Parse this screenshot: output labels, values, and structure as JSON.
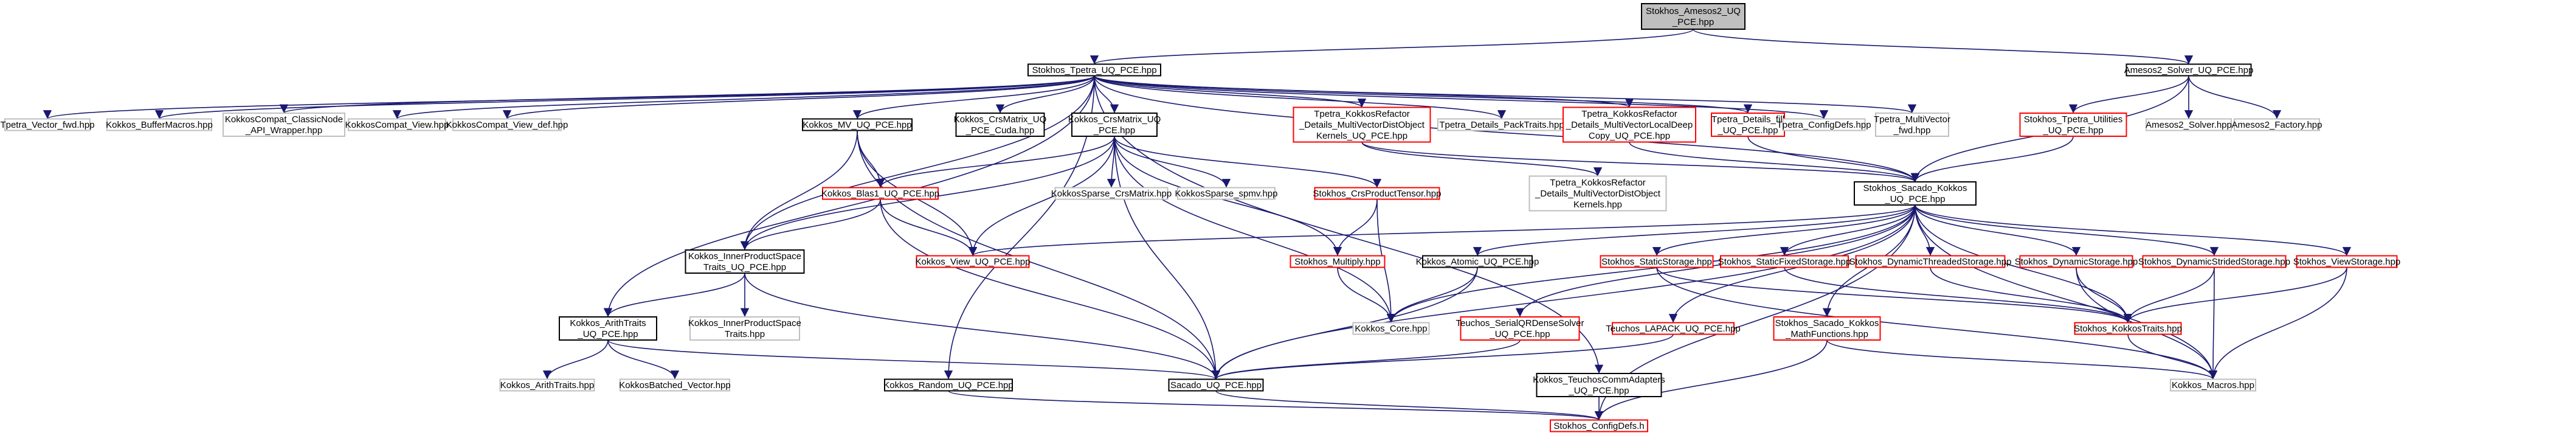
{
  "graph_title": "Stokhos_Amesos2_UQ_PCE.hpp include dependency graph",
  "colors": {
    "root_fill": "#bfbfbf",
    "root_border": "#000000",
    "documented_border": "#000000",
    "missing_border": "#ff0000",
    "external_border": "#bfbfbf",
    "external_text": "#595959",
    "edge": "#191970"
  },
  "nodes": [
    {
      "id": "root",
      "kind": "root",
      "label": [
        "Stokhos_Amesos2_UQ",
        "_PCE.hpp"
      ]
    },
    {
      "id": "tpetra_uq",
      "kind": "doc",
      "label": [
        "Stokhos_Tpetra_UQ_PCE.hpp"
      ]
    },
    {
      "id": "amesos2_solver_uq",
      "kind": "doc",
      "label": [
        "Amesos2_Solver_UQ_PCE.hpp"
      ]
    },
    {
      "id": "tpetra_vector_fwd",
      "kind": "ext",
      "label": [
        "Tpetra_Vector_fwd.hpp"
      ]
    },
    {
      "id": "kokkos_buffermacros",
      "kind": "ext",
      "label": [
        "Kokkos_BufferMacros.hpp"
      ]
    },
    {
      "id": "kokkoscompat_classic",
      "kind": "ext",
      "label": [
        "KokkosCompat_ClassicNode",
        "_API_Wrapper.hpp"
      ]
    },
    {
      "id": "kokkoscompat_view",
      "kind": "ext",
      "label": [
        "KokkosCompat_View.hpp"
      ]
    },
    {
      "id": "kokkoscompat_view_def",
      "kind": "ext",
      "label": [
        "KokkosCompat_View_def.hpp"
      ]
    },
    {
      "id": "kokkos_mv_uq",
      "kind": "doc",
      "label": [
        "Kokkos_MV_UQ_PCE.hpp"
      ]
    },
    {
      "id": "kokkos_crsmatrix_cuda",
      "kind": "doc",
      "label": [
        "Kokkos_CrsMatrix_UQ",
        "_PCE_Cuda.hpp"
      ]
    },
    {
      "id": "kokkos_crsmatrix_uq",
      "kind": "doc",
      "label": [
        "Kokkos_CrsMatrix_UQ",
        "_PCE.hpp"
      ]
    },
    {
      "id": "tpetra_refactor_mvdo",
      "kind": "missing",
      "label": [
        "Tpetra_KokkosRefactor",
        "_Details_MultiVectorDistObject",
        "Kernels_UQ_PCE.hpp"
      ]
    },
    {
      "id": "tpetra_details_packtraits",
      "kind": "ext",
      "label": [
        "Tpetra_Details_PackTraits.hpp"
      ]
    },
    {
      "id": "tpetra_refactor_mvldc",
      "kind": "missing",
      "label": [
        "Tpetra_KokkosRefactor",
        "_Details_MultiVectorLocalDeep",
        "Copy_UQ_PCE.hpp"
      ]
    },
    {
      "id": "tpetra_details_fill",
      "kind": "missing",
      "label": [
        "Tpetra_Details_fill",
        "_UQ_PCE.hpp"
      ]
    },
    {
      "id": "tpetra_configdefs",
      "kind": "ext",
      "label": [
        "Tpetra_ConfigDefs.hpp"
      ]
    },
    {
      "id": "tpetra_multivector_fwd",
      "kind": "ext",
      "label": [
        "Tpetra_MultiVector",
        "_fwd.hpp"
      ]
    },
    {
      "id": "stokhos_tpetra_utilities",
      "kind": "missing",
      "label": [
        "Stokhos_Tpetra_Utilities",
        "_UQ_PCE.hpp"
      ]
    },
    {
      "id": "amesos2_solver",
      "kind": "ext",
      "label": [
        "Amesos2_Solver.hpp"
      ]
    },
    {
      "id": "amesos2_factory",
      "kind": "ext",
      "label": [
        "Amesos2_Factory.hpp"
      ]
    },
    {
      "id": "kokkossparse_crsmatrix",
      "kind": "ext",
      "label": [
        "KokkosSparse_CrsMatrix.hpp"
      ]
    },
    {
      "id": "kokkossparse_spmv",
      "kind": "ext",
      "label": [
        "KokkosSparse_spmv.hpp"
      ]
    },
    {
      "id": "kokkos_blas1_uq",
      "kind": "missing",
      "label": [
        "Kokkos_Blas1_UQ_PCE.hpp"
      ]
    },
    {
      "id": "stokhos_crsproducttensor",
      "kind": "missing",
      "label": [
        "Stokhos_CrsProductTensor.hpp"
      ]
    },
    {
      "id": "tpetra_refactor_mvdo_ext",
      "kind": "ext",
      "label": [
        "Tpetra_KokkosRefactor",
        "_Details_MultiVectorDistObject",
        "Kernels.hpp"
      ]
    },
    {
      "id": "stokhos_sacado_kokkos_uq",
      "kind": "doc",
      "label": [
        "Stokhos_Sacado_Kokkos",
        "_UQ_PCE.hpp"
      ]
    },
    {
      "id": "kokkos_innerproductspace_uq",
      "kind": "doc",
      "label": [
        "Kokkos_InnerProductSpace",
        "Traits_UQ_PCE.hpp"
      ]
    },
    {
      "id": "kokkos_view_uq",
      "kind": "missing",
      "label": [
        "Kokkos_View_UQ_PCE.hpp"
      ]
    },
    {
      "id": "stokhos_multiply",
      "kind": "missing",
      "label": [
        "Stokhos_Multiply.hpp"
      ]
    },
    {
      "id": "kokkos_atomic_uq",
      "kind": "doc",
      "label": [
        "Kokkos_Atomic_UQ_PCE.hpp"
      ]
    },
    {
      "id": "stokhos_staticstorage",
      "kind": "missing",
      "label": [
        "Stokhos_StaticStorage.hpp"
      ]
    },
    {
      "id": "stokhos_staticfixedstorage",
      "kind": "missing",
      "label": [
        "Stokhos_StaticFixedStorage.hpp"
      ]
    },
    {
      "id": "stokhos_dynamicthreadedstorage",
      "kind": "missing",
      "label": [
        "Stokhos_DynamicThreadedStorage.hpp"
      ]
    },
    {
      "id": "stokhos_dynamicstorage",
      "kind": "missing",
      "label": [
        "Stokhos_DynamicStorage.hpp"
      ]
    },
    {
      "id": "stokhos_dynamicstridedstorage",
      "kind": "missing",
      "label": [
        "Stokhos_DynamicStridedStorage.hpp"
      ]
    },
    {
      "id": "stokhos_viewstorage",
      "kind": "missing",
      "label": [
        "Stokhos_ViewStorage.hpp"
      ]
    },
    {
      "id": "kokkos_arithtraits_uq",
      "kind": "doc",
      "label": [
        "Kokkos_ArithTraits",
        "_UQ_PCE.hpp"
      ]
    },
    {
      "id": "kokkos_innerproductspace",
      "kind": "ext",
      "label": [
        "Kokkos_InnerProductSpace",
        "Traits.hpp"
      ]
    },
    {
      "id": "kokkos_core",
      "kind": "ext",
      "label": [
        "Kokkos_Core.hpp"
      ]
    },
    {
      "id": "teuchos_serialqr",
      "kind": "missing",
      "label": [
        "Teuchos_SerialQRDenseSolver",
        "_UQ_PCE.hpp"
      ]
    },
    {
      "id": "teuchos_lapack_uq",
      "kind": "missing",
      "label": [
        "Teuchos_LAPACK_UQ_PCE.hpp"
      ]
    },
    {
      "id": "stokhos_sacado_mathfunctions",
      "kind": "missing",
      "label": [
        "Stokhos_Sacado_Kokkos",
        "_MathFunctions.hpp"
      ]
    },
    {
      "id": "stokhos_kokkostraits",
      "kind": "missing",
      "label": [
        "Stokhos_KokkosTraits.hpp"
      ]
    },
    {
      "id": "kokkos_arithtraits",
      "kind": "ext",
      "label": [
        "Kokkos_ArithTraits.hpp"
      ]
    },
    {
      "id": "kokkosbatched_vector",
      "kind": "ext",
      "label": [
        "KokkosBatched_Vector.hpp"
      ]
    },
    {
      "id": "kokkos_random_uq",
      "kind": "doc",
      "label": [
        "Kokkos_Random_UQ_PCE.hpp"
      ]
    },
    {
      "id": "sacado_uq_pce",
      "kind": "doc",
      "label": [
        "Sacado_UQ_PCE.hpp"
      ]
    },
    {
      "id": "kokkos_teuchoscommadapters",
      "kind": "doc",
      "label": [
        "Kokkos_TeuchosCommAdapters",
        "_UQ_PCE.hpp"
      ]
    },
    {
      "id": "kokkos_macros",
      "kind": "ext",
      "label": [
        "Kokkos_Macros.hpp"
      ]
    },
    {
      "id": "stokhos_configdefs",
      "kind": "missing",
      "label": [
        "Stokhos_ConfigDefs.h"
      ]
    }
  ],
  "edges": [
    [
      "root",
      "tpetra_uq"
    ],
    [
      "root",
      "amesos2_solver_uq"
    ],
    [
      "tpetra_uq",
      "tpetra_vector_fwd"
    ],
    [
      "tpetra_uq",
      "kokkos_buffermacros"
    ],
    [
      "tpetra_uq",
      "kokkoscompat_classic"
    ],
    [
      "tpetra_uq",
      "kokkoscompat_view"
    ],
    [
      "tpetra_uq",
      "kokkoscompat_view_def"
    ],
    [
      "tpetra_uq",
      "kokkos_mv_uq"
    ],
    [
      "tpetra_uq",
      "kokkos_crsmatrix_cuda"
    ],
    [
      "tpetra_uq",
      "kokkos_crsmatrix_uq"
    ],
    [
      "tpetra_uq",
      "tpetra_refactor_mvdo"
    ],
    [
      "tpetra_uq",
      "tpetra_details_packtraits"
    ],
    [
      "tpetra_uq",
      "tpetra_refactor_mvldc"
    ],
    [
      "tpetra_uq",
      "tpetra_details_fill"
    ],
    [
      "tpetra_uq",
      "tpetra_configdefs"
    ],
    [
      "tpetra_uq",
      "tpetra_multivector_fwd"
    ],
    [
      "tpetra_uq",
      "stokhos_sacado_kokkos_uq"
    ],
    [
      "tpetra_uq",
      "kokkos_teuchoscommadapters"
    ],
    [
      "tpetra_uq",
      "kokkos_arithtraits_uq"
    ],
    [
      "tpetra_uq",
      "kokkos_random_uq"
    ],
    [
      "tpetra_uq",
      "kokkos_innerproductspace_uq"
    ],
    [
      "amesos2_solver_uq",
      "stokhos_tpetra_utilities"
    ],
    [
      "amesos2_solver_uq",
      "amesos2_solver"
    ],
    [
      "amesos2_solver_uq",
      "amesos2_factory"
    ],
    [
      "amesos2_solver_uq",
      "stokhos_sacado_kokkos_uq"
    ],
    [
      "stokhos_tpetra_utilities",
      "stokhos_sacado_kokkos_uq"
    ],
    [
      "kokkos_mv_uq",
      "kokkos_blas1_uq"
    ],
    [
      "kokkos_mv_uq",
      "kokkos_view_uq"
    ],
    [
      "kokkos_mv_uq",
      "kokkos_innerproductspace_uq"
    ],
    [
      "kokkos_mv_uq",
      "sacado_uq_pce"
    ],
    [
      "kokkos_crsmatrix_uq",
      "kokkossparse_crsmatrix"
    ],
    [
      "kokkos_crsmatrix_uq",
      "kokkossparse_spmv"
    ],
    [
      "kokkos_crsmatrix_uq",
      "kokkos_blas1_uq"
    ],
    [
      "kokkos_crsmatrix_uq",
      "stokhos_crsproducttensor"
    ],
    [
      "kokkos_crsmatrix_uq",
      "stokhos_multiply"
    ],
    [
      "kokkos_crsmatrix_uq",
      "kokkos_view_uq"
    ],
    [
      "kokkos_crsmatrix_uq",
      "kokkos_innerproductspace_uq"
    ],
    [
      "kokkos_crsmatrix_uq",
      "sacado_uq_pce"
    ],
    [
      "kokkos_crsmatrix_uq",
      "kokkos_core"
    ],
    [
      "tpetra_refactor_mvdo",
      "tpetra_refactor_mvdo_ext"
    ],
    [
      "tpetra_refactor_mvdo",
      "stokhos_sacado_kokkos_uq"
    ],
    [
      "tpetra_refactor_mvldc",
      "stokhos_sacado_kokkos_uq"
    ],
    [
      "tpetra_details_fill",
      "stokhos_sacado_kokkos_uq"
    ],
    [
      "kokkos_blas1_uq",
      "kokkos_view_uq"
    ],
    [
      "kokkos_blas1_uq",
      "kokkos_innerproductspace_uq"
    ],
    [
      "kokkos_blas1_uq",
      "sacado_uq_pce"
    ],
    [
      "stokhos_crsproducttensor",
      "stokhos_multiply"
    ],
    [
      "stokhos_crsproducttensor",
      "kokkos_core"
    ],
    [
      "stokhos_multiply",
      "kokkos_core"
    ],
    [
      "kokkos_innerproductspace_uq",
      "kokkos_arithtraits_uq"
    ],
    [
      "kokkos_innerproductspace_uq",
      "kokkos_innerproductspace"
    ],
    [
      "kokkos_innerproductspace_uq",
      "sacado_uq_pce"
    ],
    [
      "stokhos_sacado_kokkos_uq",
      "kokkos_view_uq"
    ],
    [
      "stokhos_sacado_kokkos_uq",
      "kokkos_atomic_uq"
    ],
    [
      "stokhos_sacado_kokkos_uq",
      "stokhos_staticstorage"
    ],
    [
      "stokhos_sacado_kokkos_uq",
      "stokhos_staticfixedstorage"
    ],
    [
      "stokhos_sacado_kokkos_uq",
      "stokhos_dynamicthreadedstorage"
    ],
    [
      "stokhos_sacado_kokkos_uq",
      "stokhos_dynamicstorage"
    ],
    [
      "stokhos_sacado_kokkos_uq",
      "stokhos_dynamicstridedstorage"
    ],
    [
      "stokhos_sacado_kokkos_uq",
      "stokhos_viewstorage"
    ],
    [
      "stokhos_sacado_kokkos_uq",
      "teuchos_serialqr"
    ],
    [
      "stokhos_sacado_kokkos_uq",
      "teuchos_lapack_uq"
    ],
    [
      "stokhos_sacado_kokkos_uq",
      "stokhos_sacado_mathfunctions"
    ],
    [
      "stokhos_sacado_kokkos_uq",
      "stokhos_kokkostraits"
    ],
    [
      "stokhos_sacado_kokkos_uq",
      "kokkos_core"
    ],
    [
      "stokhos_sacado_kokkos_uq",
      "kokkos_macros"
    ],
    [
      "stokhos_sacado_kokkos_uq",
      "stokhos_configdefs"
    ],
    [
      "stokhos_sacado_kokkos_uq",
      "sacado_uq_pce"
    ],
    [
      "kokkos_atomic_uq",
      "kokkos_core"
    ],
    [
      "kokkos_atomic_uq",
      "sacado_uq_pce"
    ],
    [
      "stokhos_staticstorage",
      "stokhos_kokkostraits"
    ],
    [
      "stokhos_staticstorage",
      "kokkos_macros"
    ],
    [
      "stokhos_staticfixedstorage",
      "stokhos_kokkostraits"
    ],
    [
      "stokhos_dynamicthreadedstorage",
      "stokhos_kokkostraits"
    ],
    [
      "stokhos_dynamicstorage",
      "stokhos_kokkostraits"
    ],
    [
      "stokhos_dynamicstorage",
      "kokkos_macros"
    ],
    [
      "stokhos_dynamicstridedstorage",
      "stokhos_kokkostraits"
    ],
    [
      "stokhos_dynamicstridedstorage",
      "kokkos_macros"
    ],
    [
      "stokhos_viewstorage",
      "stokhos_kokkostraits"
    ],
    [
      "stokhos_viewstorage",
      "kokkos_macros"
    ],
    [
      "stokhos_kokkostraits",
      "kokkos_macros"
    ],
    [
      "teuchos_serialqr",
      "sacado_uq_pce"
    ],
    [
      "teuchos_lapack_uq",
      "sacado_uq_pce"
    ],
    [
      "stokhos_sacado_mathfunctions",
      "kokkos_macros"
    ],
    [
      "stokhos_sacado_mathfunctions",
      "stokhos_configdefs"
    ],
    [
      "kokkos_arithtraits_uq",
      "kokkos_arithtraits"
    ],
    [
      "kokkos_arithtraits_uq",
      "kokkosbatched_vector"
    ],
    [
      "kokkos_arithtraits_uq",
      "sacado_uq_pce"
    ],
    [
      "kokkos_random_uq",
      "stokhos_configdefs"
    ],
    [
      "kokkos_teuchoscommadapters",
      "stokhos_configdefs"
    ],
    [
      "sacado_uq_pce",
      "stokhos_configdefs"
    ]
  ]
}
